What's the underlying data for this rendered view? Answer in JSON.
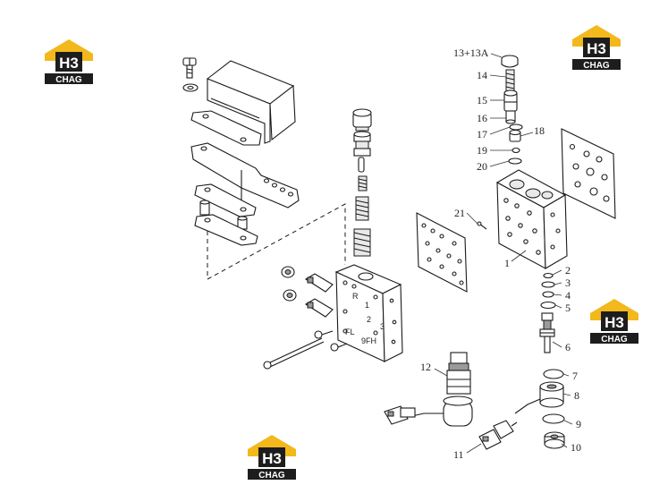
{
  "watermark": {
    "brand_top": "H3",
    "brand_bottom": "CHAG",
    "colors": {
      "roof": "#f2b81c",
      "plate": "#1d1d1d",
      "text": "#ffffff"
    }
  },
  "casting_marks": [
    "R",
    "1",
    "2",
    "3",
    "FL",
    "9FH"
  ],
  "part_labels": [
    {
      "id": "p13",
      "text": "13+13A"
    },
    {
      "id": "p14",
      "text": "14"
    },
    {
      "id": "p15",
      "text": "15"
    },
    {
      "id": "p16",
      "text": "16"
    },
    {
      "id": "p17",
      "text": "17"
    },
    {
      "id": "p18",
      "text": "18"
    },
    {
      "id": "p19",
      "text": "19"
    },
    {
      "id": "p20",
      "text": "20"
    },
    {
      "id": "p21",
      "text": "21"
    },
    {
      "id": "p1",
      "text": "1"
    },
    {
      "id": "p2",
      "text": "2"
    },
    {
      "id": "p3",
      "text": "3"
    },
    {
      "id": "p4",
      "text": "4"
    },
    {
      "id": "p5",
      "text": "5"
    },
    {
      "id": "p6",
      "text": "6"
    },
    {
      "id": "p7",
      "text": "7"
    },
    {
      "id": "p8",
      "text": "8"
    },
    {
      "id": "p9",
      "text": "9"
    },
    {
      "id": "p10",
      "text": "10"
    },
    {
      "id": "p11",
      "text": "11"
    },
    {
      "id": "p12",
      "text": "12"
    }
  ]
}
